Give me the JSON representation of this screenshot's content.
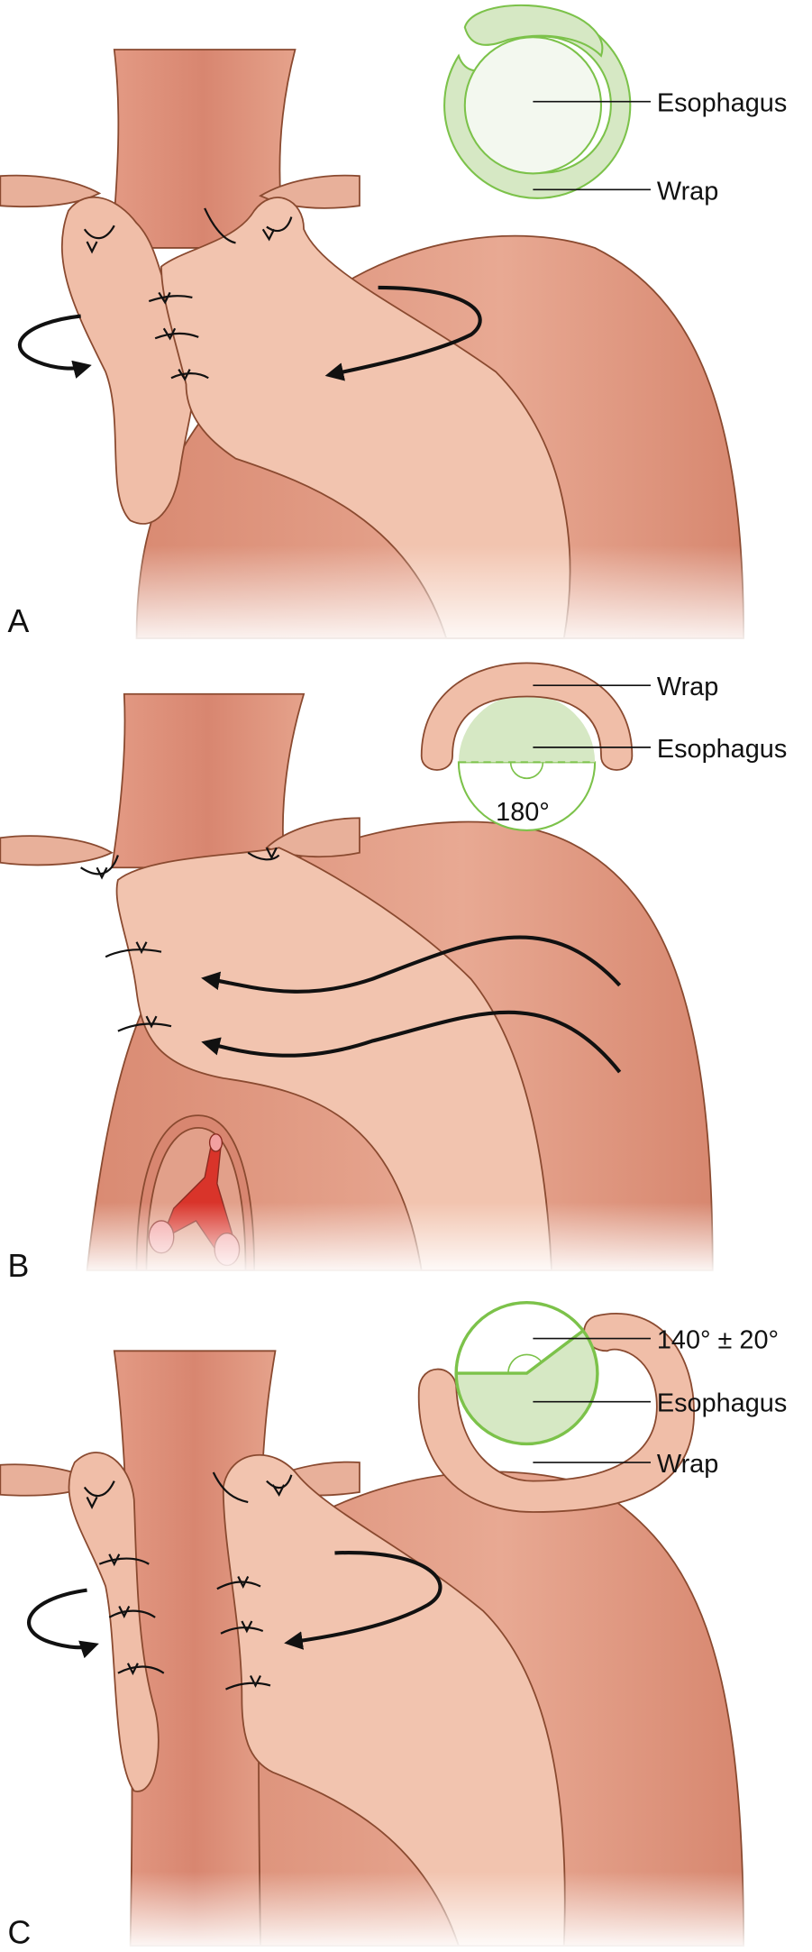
{
  "panels": [
    {
      "id": "A",
      "label": "A",
      "inset": {
        "title_labels": [
          "Esophagus",
          "Wrap"
        ]
      }
    },
    {
      "id": "B",
      "label": "B",
      "inset": {
        "title_labels": [
          "Wrap",
          "Esophagus"
        ],
        "angle": "180°"
      }
    },
    {
      "id": "C",
      "label": "C",
      "inset": {
        "title_labels": [
          "140° ± 20°",
          "Esophagus",
          "Wrap"
        ]
      }
    }
  ],
  "colors": {
    "tissue_light": "#f2c2ac",
    "tissue_dark": "#dc907a",
    "esophagus_green": "#d6e8c4",
    "green_outline": "#7cc24a",
    "outline": "#8a4a30",
    "vessel_red": "#d9342a"
  }
}
